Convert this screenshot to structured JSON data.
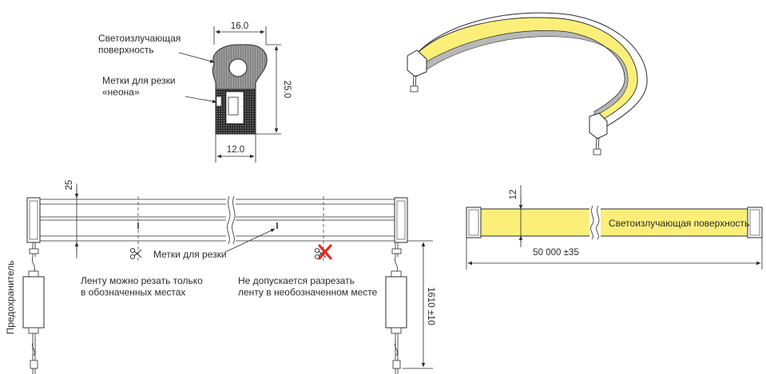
{
  "colors": {
    "glow": "#fbef7a",
    "glow_edge": "#e7d45a",
    "profile_fill": "#8a8a8a",
    "line": "#2b2b2b",
    "cross": "#e52a1f"
  },
  "profile": {
    "label_surface": "Светоизлучающая\nповерхность",
    "label_marks": "Метки для резки\n«неона»",
    "dim_width": "16.0",
    "dim_height": "25.0",
    "dim_base": "12.0"
  },
  "strip": {
    "dim_height": "25",
    "cut_marks_label": "Метки для резки",
    "cut_allowed_text": "Ленту можно резать только\nв обозначенных местах",
    "cut_forbidden_text": "Не допускается разрезать\nленту в необозначенном месте",
    "fuse_label": "Предохранитель",
    "dim_lead": "1610 ±10"
  },
  "side_view": {
    "dim_height": "12",
    "surface_label": "Светоизлучающая поверхность",
    "dim_length": "50 000 ±35"
  },
  "icons": {
    "scissors": "scissors-icon",
    "cross": "red-x-icon"
  }
}
